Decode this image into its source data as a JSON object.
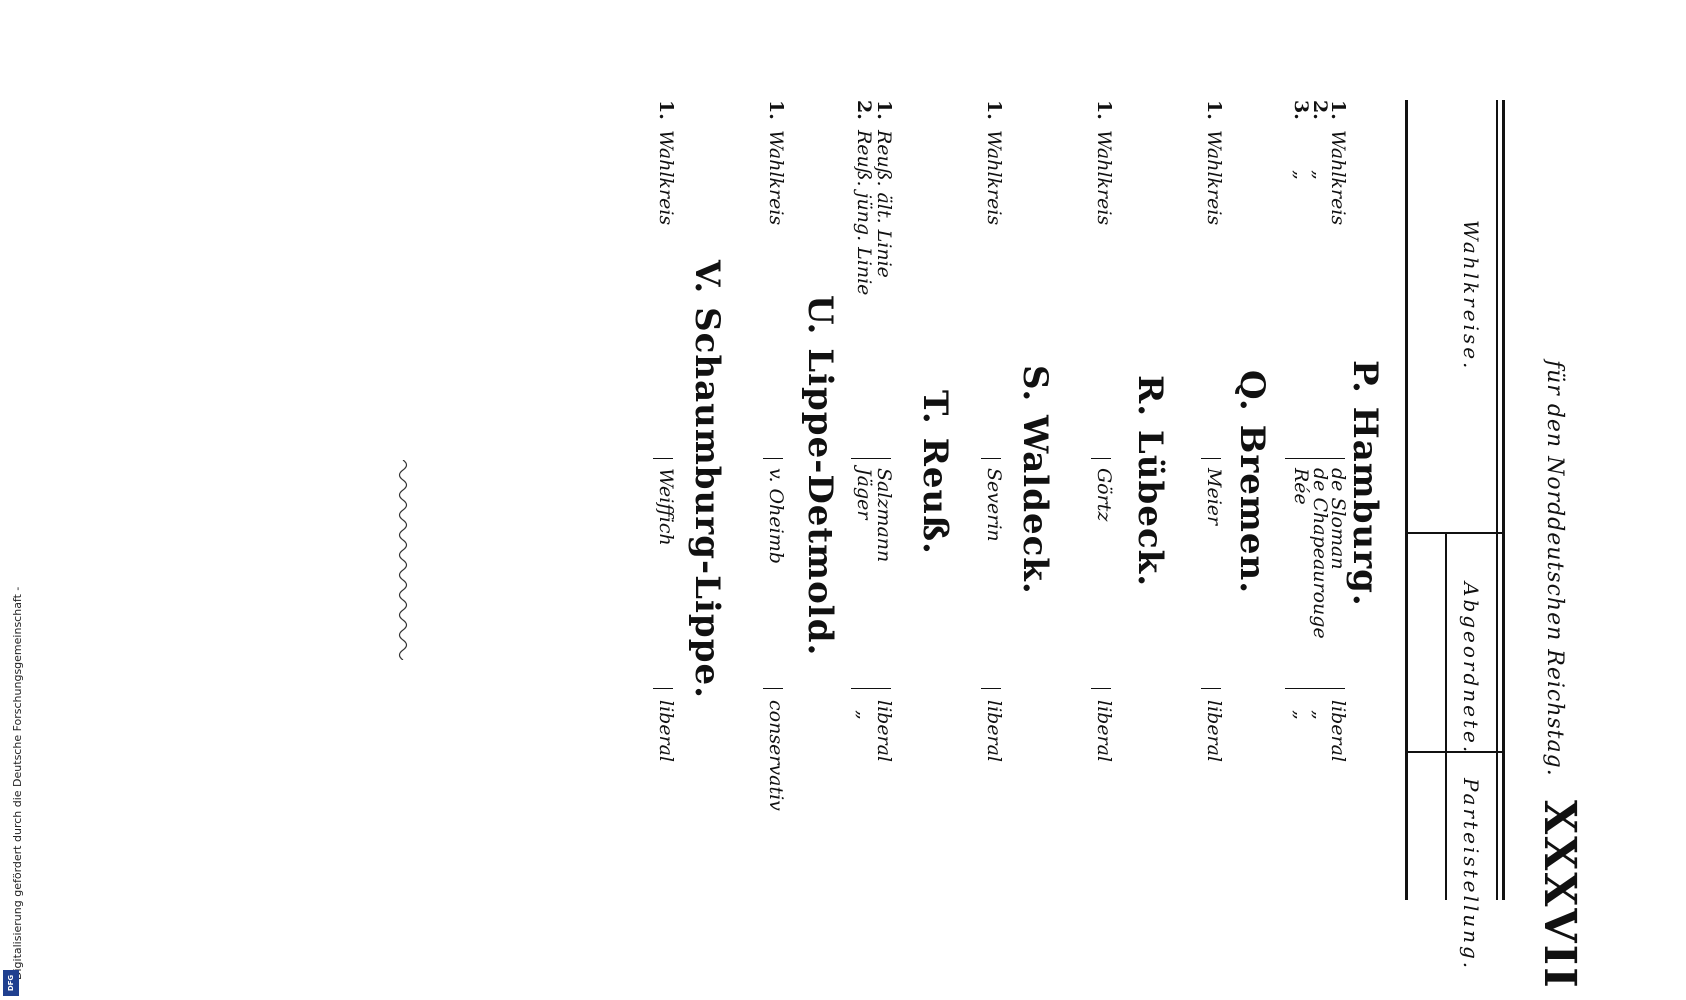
{
  "running_head": "für den Norddeutschen Reichstag.",
  "page_number": "XXXVII",
  "columns": {
    "district": "Wahlkreise.",
    "deputies": "Abgeordnete.",
    "party": "Parteistellung."
  },
  "sections": [
    {
      "title": "P. Hamburg.",
      "rows": [
        {
          "num": "1.",
          "district": "Wahlkreis",
          "deputy": "de Sloman",
          "party": "liberal"
        },
        {
          "num": "2.",
          "district": "„",
          "deputy": "de Chapeaurouge",
          "party": "„"
        },
        {
          "num": "3.",
          "district": "„",
          "deputy": "Rée",
          "party": "„"
        }
      ]
    },
    {
      "title": "Q. Bremen.",
      "rows": [
        {
          "num": "1.",
          "district": "Wahlkreis",
          "deputy": "Meier",
          "party": "liberal"
        }
      ]
    },
    {
      "title": "R. Lübeck.",
      "rows": [
        {
          "num": "1.",
          "district": "Wahlkreis",
          "deputy": "Görtz",
          "party": "liberal"
        }
      ]
    },
    {
      "title": "S. Waldeck.",
      "rows": [
        {
          "num": "1.",
          "district": "Wahlkreis",
          "deputy": "Severin",
          "party": "liberal"
        }
      ]
    },
    {
      "title": "T. Reuß.",
      "rows": [
        {
          "num": "1.",
          "district": "Reuß. ält. Linie",
          "deputy": "Salzmann",
          "party": "liberal"
        },
        {
          "num": "2.",
          "district": "Reuß. jüng. Linie",
          "deputy": "Jäger",
          "party": "„"
        }
      ]
    },
    {
      "title": "U. Lippe-Detmold.",
      "rows": [
        {
          "num": "1.",
          "district": "Wahlkreis",
          "deputy": "v. Oheimb",
          "party": "conservativ"
        }
      ]
    },
    {
      "title": "V. Schaumburg-Lippe.",
      "rows": [
        {
          "num": "1.",
          "district": "Wahlkreis",
          "deputy": "Weiffich",
          "party": "liberal"
        }
      ]
    }
  ],
  "credit": {
    "text": "Digitalisierung gefördert durch die Deutsche Forschungsgemeinschaft -",
    "logo": "DFG"
  }
}
